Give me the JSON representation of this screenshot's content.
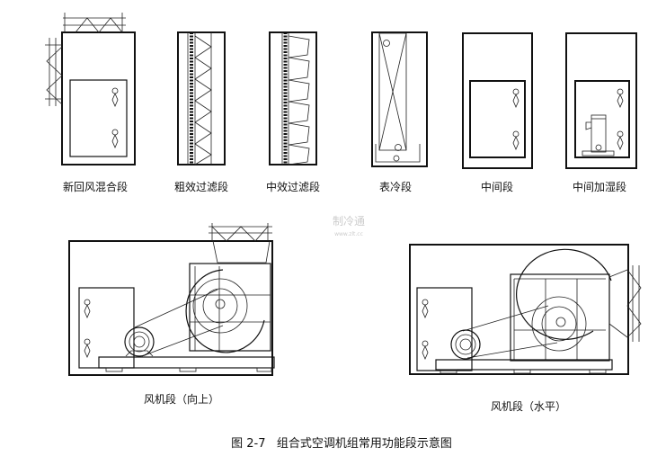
{
  "sections": [
    {
      "id": "mixing",
      "label": "新回风混合段"
    },
    {
      "id": "coarse-filter",
      "label": "粗效过滤段"
    },
    {
      "id": "medium-filter",
      "label": "中效过滤段"
    },
    {
      "id": "cooling-coil",
      "label": "表冷段"
    },
    {
      "id": "middle",
      "label": "中间段"
    },
    {
      "id": "humidifier",
      "label": "中间加湿段"
    }
  ],
  "fans": [
    {
      "id": "fan-upward",
      "label": "风机段（向上）"
    },
    {
      "id": "fan-horizontal",
      "label": "风机段（水平）"
    }
  ],
  "figure_caption": "图 2-7   组合式空调机组常用功能段示意图",
  "watermark": {
    "title": "制冷通",
    "url": "www.zlt.cc"
  }
}
